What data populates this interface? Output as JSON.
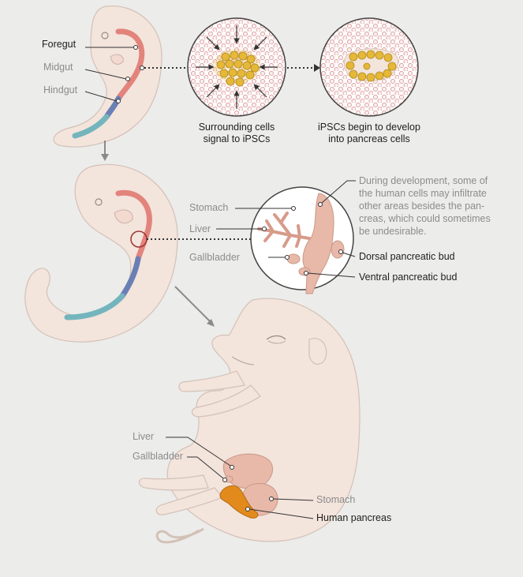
{
  "early_embryo": {
    "foregut": "Foregut",
    "midgut": "Midgut",
    "hindgut": "Hindgut"
  },
  "circles": {
    "surrounding_line1": "Surrounding cells",
    "surrounding_line2": "signal to iPSCs",
    "develop_line1": "iPSCs begin to develop",
    "develop_line2": "into pancreas cells"
  },
  "mid_embryo": {
    "stomach": "Stomach",
    "liver": "Liver",
    "gallbladder": "Gallbladder",
    "dorsal_bud": "Dorsal pancreatic bud",
    "ventral_bud": "Ventral pancreatic bud",
    "note_lines": [
      "During development, some of",
      "the human cells may infiltrate",
      "other areas besides the pan-",
      "creas, which could sometimes",
      "be undesirable."
    ]
  },
  "fetus": {
    "liver": "Liver",
    "gallbladder": "Gallbladder",
    "stomach": "Stomach",
    "human_pancreas": "Human pancreas"
  },
  "colors": {
    "background": "#ececea",
    "skin": "#f3e4dc",
    "foregut": "#e2847c",
    "midgut": "#6a7fb4",
    "hindgut": "#74b5bd",
    "ipsc": "#e5b838",
    "surrounding_cell": "#e2a5a5",
    "organ": "#e8b8a8",
    "pancreas": "#e28a1c"
  }
}
